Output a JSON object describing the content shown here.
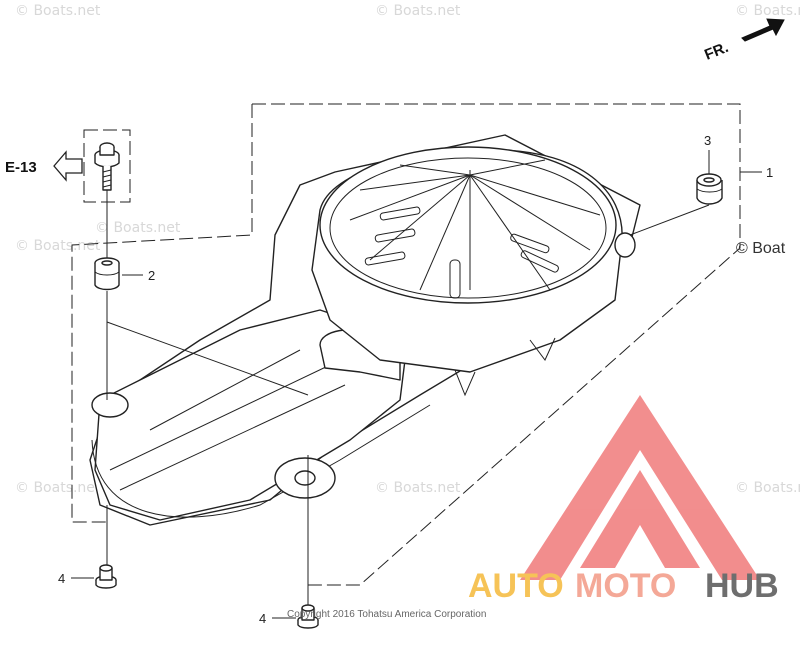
{
  "watermarks": [
    "© Boats.net"
  ],
  "direction": {
    "label": "FR."
  },
  "reference": {
    "label": "E-13"
  },
  "callouts": {
    "part1": "1",
    "part2": "2",
    "part3": "3",
    "part4a": "4",
    "part4b": "4"
  },
  "side_watermark": "© Boat",
  "copyright": "Copyright 2016 Tohatsu America Corporation",
  "logo": {
    "text_auto": "AUTO",
    "text_moto": "MOTO",
    "text_hub": "HUB",
    "color_triangle": "#f07a7a",
    "color_auto": "#f5b93a",
    "color_moto": "#f39a86",
    "color_hub": "#555555"
  }
}
